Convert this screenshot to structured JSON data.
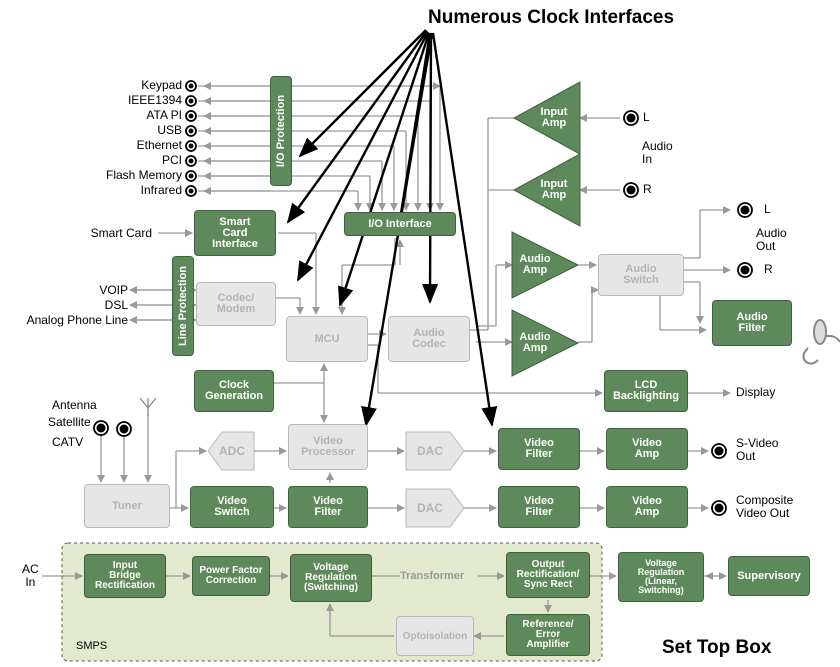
{
  "title": "Numerous Clock Interfaces",
  "footer_title": "Set Top Box",
  "smps_label": "SMPS",
  "io_ports": [
    "Keypad",
    "IEEE1394",
    "ATA PI",
    "USB",
    "Ethernet",
    "PCI",
    "Flash Memory",
    "Infrared"
  ],
  "phone_ports": [
    "VOIP",
    "DSL",
    "Analog Phone Line"
  ],
  "smart_card": "Smart Card",
  "rf_inputs": [
    "Antenna",
    "Satellite",
    "CATV"
  ],
  "audio_in": "Audio\nIn",
  "audio_out": "Audio\nOut",
  "ch_l": "L",
  "ch_r": "R",
  "display": "Display",
  "svideo_out": "S-Video\nOut",
  "composite_out": "Composite\nVideo Out",
  "ac_in": "AC\nIn",
  "transformer": "Transformer",
  "blocks": {
    "io_protection": "I/O Protection",
    "smart_card_interface": "Smart\nCard\nInterface",
    "io_interface": "I/O Interface",
    "line_protection": "Line Protection",
    "codec_modem": "Codec/\nModem",
    "mcu": "MCU",
    "audio_codec": "Audio\nCodec",
    "input_amp_l": "Input\nAmp",
    "input_amp_r": "Input\nAmp",
    "audio_amp_1": "Audio\nAmp",
    "audio_amp_2": "Audio\nAmp",
    "audio_switch": "Audio\nSwitch",
    "audio_filter": "Audio\nFilter",
    "clock_generation": "Clock\nGeneration",
    "lcd_backlighting": "LCD\nBacklighting",
    "adc": "ADC",
    "video_processor": "Video\nProcessor",
    "dac_1": "DAC",
    "dac_2": "DAC",
    "video_filter_1": "Video\nFilter",
    "video_filter_2": "Video\nFilter",
    "video_filter_3": "Video\nFilter",
    "video_amp_1": "Video\nAmp",
    "video_amp_2": "Video\nAmp",
    "tuner": "Tuner",
    "video_switch": "Video\nSwitch",
    "input_bridge": "Input\nBridge\nRectification",
    "pfc": "Power Factor\nCorrection",
    "vreg_switching": "Voltage\nRegulation\n(Switching)",
    "output_rect": "Output\nRectification/\nSync Rect",
    "reference_amp": "Reference/\nError\nAmplifier",
    "optoisolation": "Optoisolation",
    "vreg_linear": "Voltage\nRegulation\n(Linear,\nSwitching)",
    "supervisory": "Supervisory"
  },
  "colors": {
    "green": "#5e8a5b",
    "gray": "#e6e6e6",
    "smps_bg": "#e2e9cf"
  }
}
